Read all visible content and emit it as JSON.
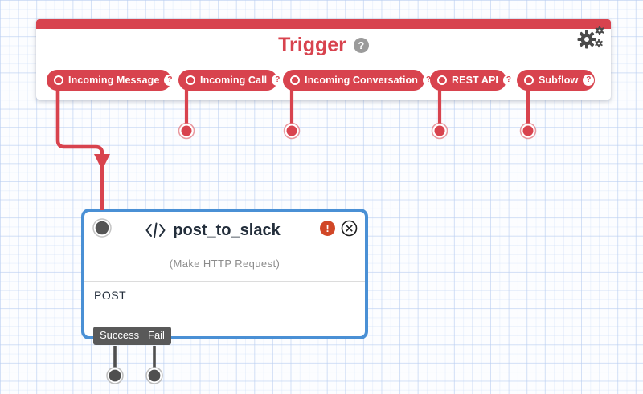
{
  "colors": {
    "red": "#d8434e",
    "blue": "#4a90d5",
    "dark": "#232e3b",
    "gray-dot": "#4f4f4f",
    "badge-red": "#d14727",
    "muted": "#8b8b8b",
    "label-bg": "#595959"
  },
  "trigger": {
    "title": "Trigger",
    "help_glyph": "?",
    "pills": [
      {
        "label": "Incoming Message"
      },
      {
        "label": "Incoming Call"
      },
      {
        "label": "Incoming Conversation"
      },
      {
        "label": "REST API"
      },
      {
        "label": "Subflow"
      }
    ]
  },
  "widget": {
    "name": "post_to_slack",
    "type_label": "(Make HTTP Request)",
    "method": "POST",
    "error_glyph": "!",
    "transitions": [
      {
        "label": "Success"
      },
      {
        "label": "Fail"
      }
    ]
  }
}
